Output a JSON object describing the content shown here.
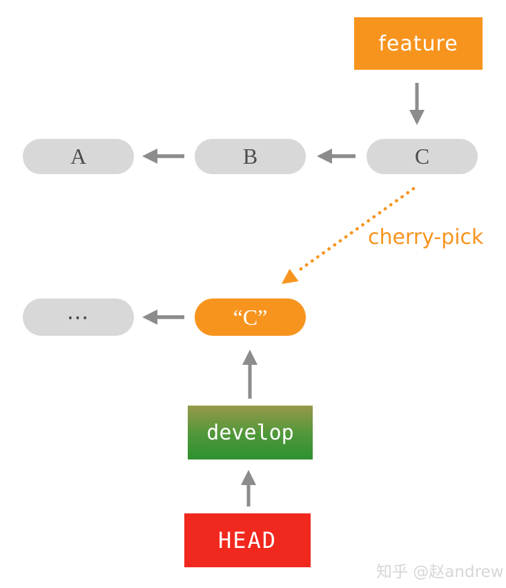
{
  "diagram": {
    "title_context": "git cherry-pick diagram",
    "branches": {
      "feature": {
        "label": "feature",
        "color": "#F7941E"
      },
      "develop": {
        "label": "develop",
        "color_top": "#97994A",
        "color_bottom": "#2E9130"
      },
      "head": {
        "label": "HEAD",
        "color": "#F1281E"
      }
    },
    "feature_commits": [
      {
        "label": "A"
      },
      {
        "label": "B"
      },
      {
        "label": "C"
      }
    ],
    "develop_commits": [
      {
        "label": "⋯"
      },
      {
        "label": "“C”",
        "highlighted": true,
        "color": "#F7941E"
      }
    ],
    "operation": {
      "label": "cherry-pick",
      "color": "#F7941E",
      "style": "dotted-arrow"
    },
    "colors": {
      "commit_pill_gray": "#D8D8D8",
      "commit_text_gray": "#4D4D4D",
      "arrow_gray": "#8C8C8C",
      "background": "#FFFFFF",
      "watermark_gray": "#D6D6D6"
    }
  },
  "watermark": {
    "text": "知乎 @赵andrew"
  }
}
